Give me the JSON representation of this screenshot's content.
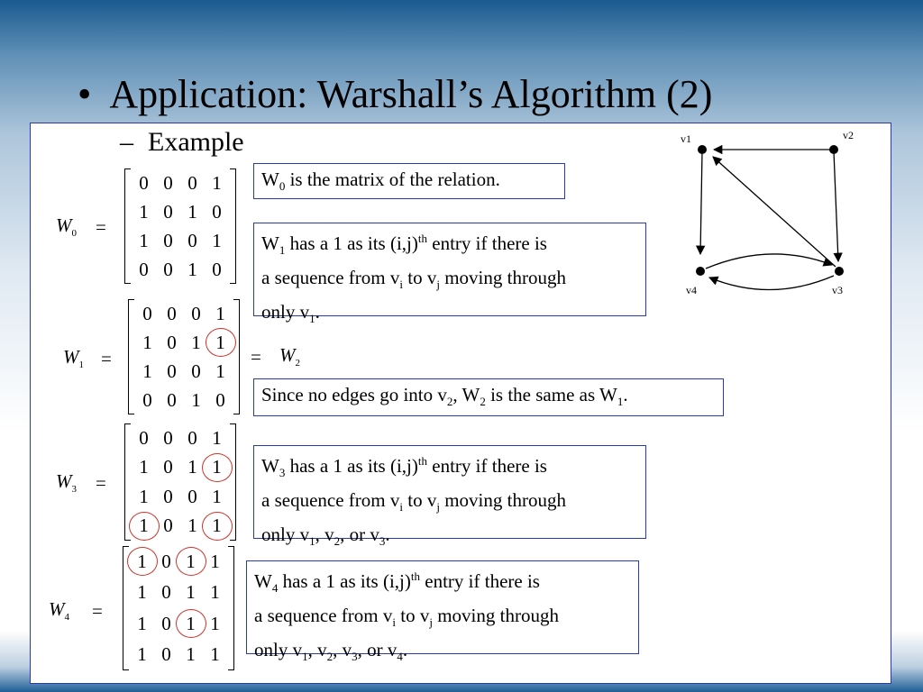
{
  "title": {
    "bullet": "•",
    "text": "Application: Warshall’s Algorithm (2)"
  },
  "subtitle": {
    "dash": "–",
    "text": "Example"
  },
  "matrices": [
    {
      "var": "W",
      "sub": "0",
      "eq": "=",
      "rows": [
        [
          "0",
          "0",
          "0",
          "1"
        ],
        [
          "1",
          "0",
          "1",
          "0"
        ],
        [
          "1",
          "0",
          "0",
          "1"
        ],
        [
          "0",
          "0",
          "1",
          "0"
        ]
      ]
    },
    {
      "var": "W",
      "sub": "1",
      "eq": "=",
      "rows": [
        [
          "0",
          "0",
          "0",
          "1"
        ],
        [
          "1",
          "0",
          "1",
          "1"
        ],
        [
          "1",
          "0",
          "0",
          "1"
        ],
        [
          "0",
          "0",
          "1",
          "0"
        ]
      ],
      "after_eq": "=",
      "after_var": "W",
      "after_sub": "2"
    },
    {
      "var": "W",
      "sub": "3",
      "eq": "=",
      "rows": [
        [
          "0",
          "0",
          "0",
          "1"
        ],
        [
          "1",
          "0",
          "1",
          "1"
        ],
        [
          "1",
          "0",
          "0",
          "1"
        ],
        [
          "1",
          "0",
          "1",
          "1"
        ]
      ]
    },
    {
      "var": "W",
      "sub": "4",
      "eq": "=",
      "rows": [
        [
          "1",
          "0",
          "1",
          "1"
        ],
        [
          "1",
          "0",
          "1",
          "1"
        ],
        [
          "1",
          "0",
          "1",
          "1"
        ],
        [
          "1",
          "0",
          "1",
          "1"
        ]
      ]
    }
  ],
  "notes": {
    "n0": {
      "a": "W",
      "a_sub": "0",
      "b": " is the matrix of the relation."
    },
    "n1": {
      "l1a": "W",
      "l1a_sub": "1",
      "l1b": " has a 1 as its (i,j)",
      "l1_sup": "th",
      "l1c": " entry if there is",
      "l2a": "a sequence from v",
      "l2_sub1": "i",
      "l2b": " to v",
      "l2_sub2": "j",
      "l2c": " moving through",
      "l3a": "only v",
      "l3_sub": "1",
      "l3b": "."
    },
    "n2": {
      "a": "Since no edges go into v",
      "a_sub": "2",
      "b": ", W",
      "b_sub": "2",
      "c": " is the same as W",
      "c_sub": "1",
      "d": "."
    },
    "n3": {
      "l1a": "W",
      "l1a_sub": "3",
      "l1b": " has a 1 as its (i,j)",
      "l1_sup": "th",
      "l1c": " entry if there is",
      "l2a": "a sequence from v",
      "l2_sub1": "i",
      "l2b": " to v",
      "l2_sub2": "j",
      "l2c": " moving through",
      "l3a": "only v",
      "l3_sub1": "1",
      "l3b": ", v",
      "l3_sub2": "2",
      "l3c": ", or v",
      "l3_sub3": "3",
      "l3d": "."
    },
    "n4": {
      "l1a": "W",
      "l1a_sub": "4",
      "l1b": " has a 1 as its (i,j)",
      "l1_sup": "th",
      "l1c": " entry if there is",
      "l2a": "a sequence from v",
      "l2_sub1": "i",
      "l2b": " to v",
      "l2_sub2": "j",
      "l2c": " moving through",
      "l3a": "only v",
      "l3_sub1": "1",
      "l3b": ", v",
      "l3_sub2": "2",
      "l3c": ", v",
      "l3_sub3": "3",
      "l3d": ", or v",
      "l3_sub4": "4",
      "l3e": "."
    }
  },
  "graph": {
    "v1": "v1",
    "v2": "v2",
    "v3": "v3",
    "v4": "v4"
  },
  "colors": {
    "box_border": "#2a3aa8",
    "highlight_ring": "#d0322a"
  }
}
